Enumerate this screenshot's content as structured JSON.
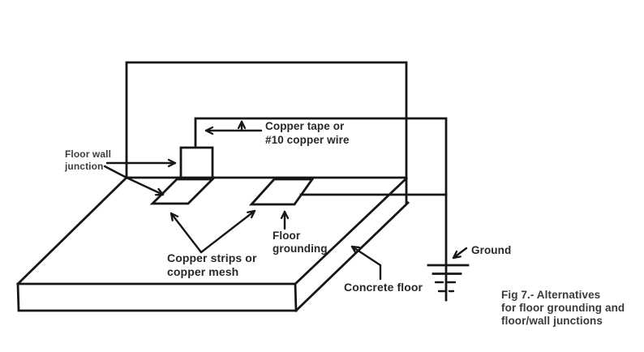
{
  "figure": {
    "labels": {
      "floor_wall_junction": "Floor wall\njunction",
      "copper_tape": "Copper tape or\n#10 copper wire",
      "copper_strips": "Copper strips or\ncopper mesh",
      "floor_grounding": "Floor\ngrounding",
      "concrete_floor": "Concrete floor",
      "ground": "Ground",
      "caption": "Fig 7.- Alternatives\nfor floor grounding and\nfloor/wall junctions"
    },
    "colors": {
      "line": "#161616",
      "label_text": "#272727",
      "caption_text": "#3a3a3a",
      "background": "#ffffff"
    }
  }
}
